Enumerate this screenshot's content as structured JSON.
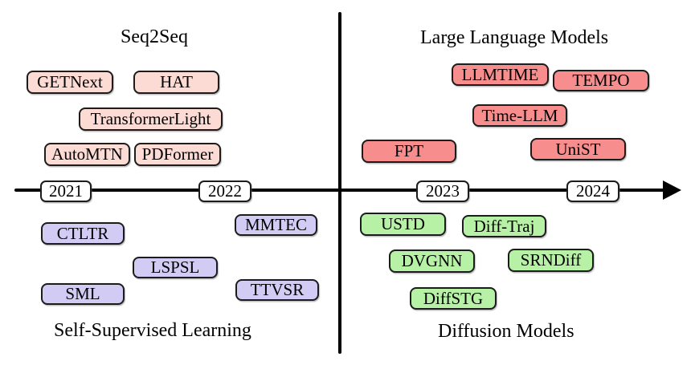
{
  "colors": {
    "seq2seq_fill": "#fbdbd3",
    "llm_fill": "#f78d8d",
    "ssl_fill": "#d2cbf4",
    "diffusion_fill": "#b7f1a6",
    "border_color": "#1c1c1c",
    "axis_color": "#000000",
    "year_fill": "#ffffff",
    "text_color": "#000000"
  },
  "timeline": {
    "years": [
      "2021",
      "2022",
      "2023",
      "2024"
    ]
  },
  "quadrants": {
    "seq2seq": {
      "title": "Seq2Seq",
      "items": [
        {
          "label": "GETNext"
        },
        {
          "label": "HAT"
        },
        {
          "label": "TransformerLight"
        },
        {
          "label": "AutoMTN"
        },
        {
          "label": "PDFormer"
        }
      ]
    },
    "llm": {
      "title": "Large Language Models",
      "items": [
        {
          "label": "LLMTIME"
        },
        {
          "label": "TEMPO"
        },
        {
          "label": "Time-LLM"
        },
        {
          "label": "FPT"
        },
        {
          "label": "UniST"
        }
      ]
    },
    "ssl": {
      "title": "Self-Supervised Learning",
      "items": [
        {
          "label": "CTLTR"
        },
        {
          "label": "MMTEC"
        },
        {
          "label": "LSPSL"
        },
        {
          "label": "SML"
        },
        {
          "label": "TTVSR"
        }
      ]
    },
    "diffusion": {
      "title": "Diffusion Models",
      "items": [
        {
          "label": "USTD"
        },
        {
          "label": "Diff-Traj"
        },
        {
          "label": "DVGNN"
        },
        {
          "label": "SRNDiff"
        },
        {
          "label": "DiffSTG"
        }
      ]
    }
  }
}
